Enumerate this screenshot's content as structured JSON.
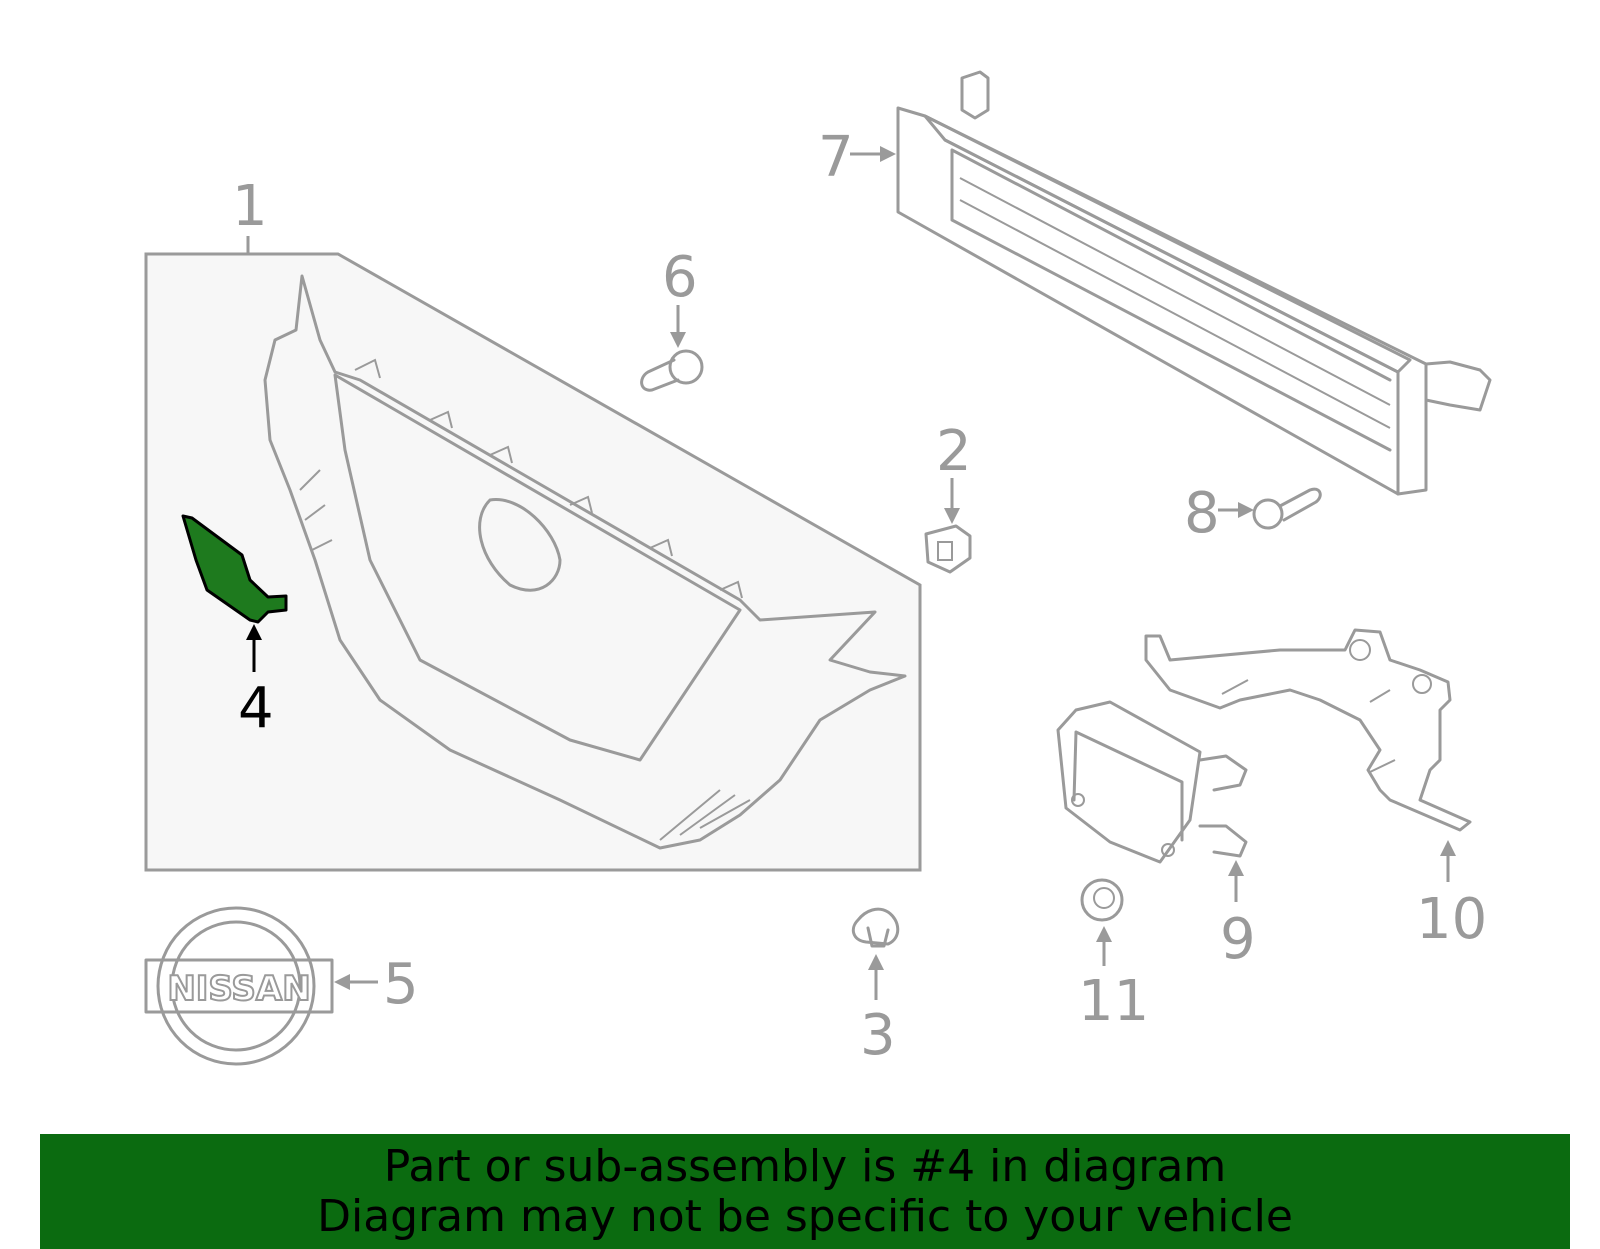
{
  "callouts": {
    "c1": "1",
    "c2": "2",
    "c3": "3",
    "c4": "4",
    "c5": "5",
    "c6": "6",
    "c7": "7",
    "c8": "8",
    "c9": "9",
    "c10": "10",
    "c11": "11"
  },
  "emblem_text": "NISSAN",
  "highlighted_part": "4",
  "colors": {
    "highlight": "#1e7a1e",
    "banner": "#0b6b10",
    "line": "#9a9a9a"
  },
  "banner": {
    "line1": "Part or sub-assembly is #4 in diagram",
    "line2": "Diagram may not be specific to your vehicle"
  }
}
